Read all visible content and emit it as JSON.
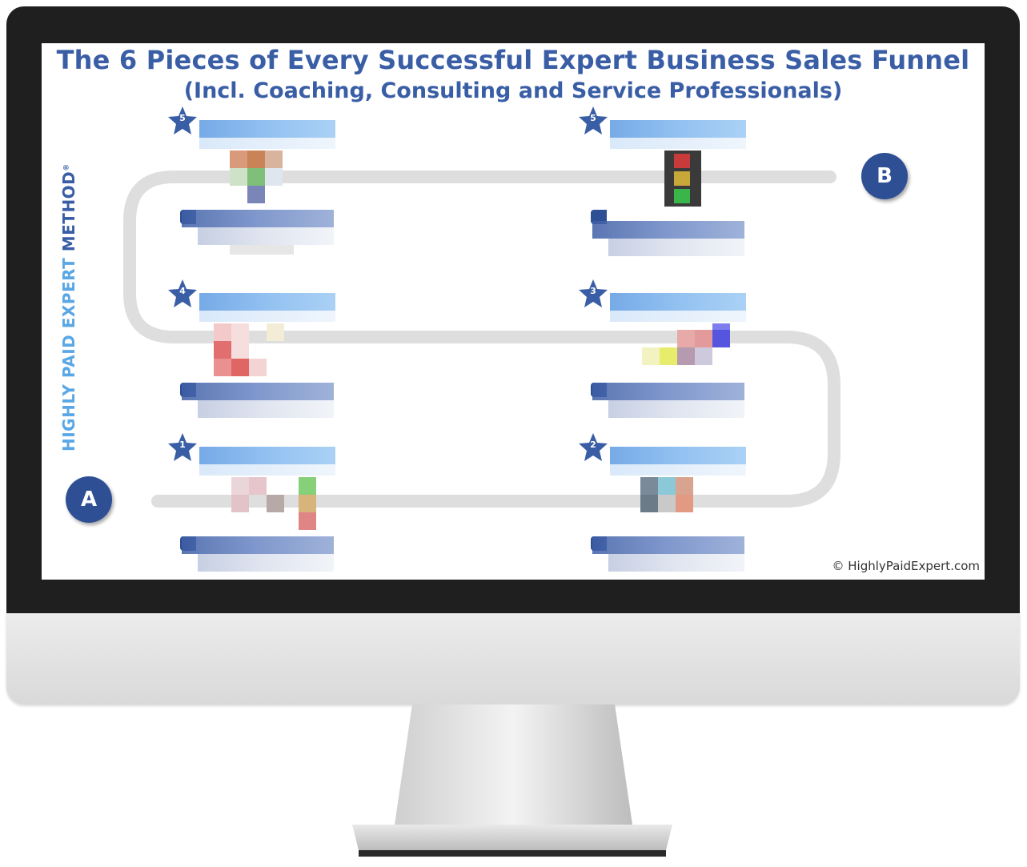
{
  "title": "The 6 Pieces of Every Successful Expert Business Sales Funnel",
  "subtitle": "(Incl. Coaching, Consulting and Service Professionals)",
  "side_label": {
    "part1": "HIGHLY PAID EXPERT ",
    "part2": "METHOD",
    "mark": "®"
  },
  "start_label": "A",
  "end_label": "B",
  "copyright": "© HighlyPaidExpert.com",
  "colors": {
    "brand_blue": "#3a5ea6",
    "light_blue": "#5aa7e6",
    "circle_blue": "#2f4f95",
    "path_gray": "#dedede"
  },
  "steps": [
    {
      "number": "1"
    },
    {
      "number": "2"
    },
    {
      "number": "3"
    },
    {
      "number": "4"
    },
    {
      "number": "5"
    },
    {
      "number": "5"
    }
  ]
}
